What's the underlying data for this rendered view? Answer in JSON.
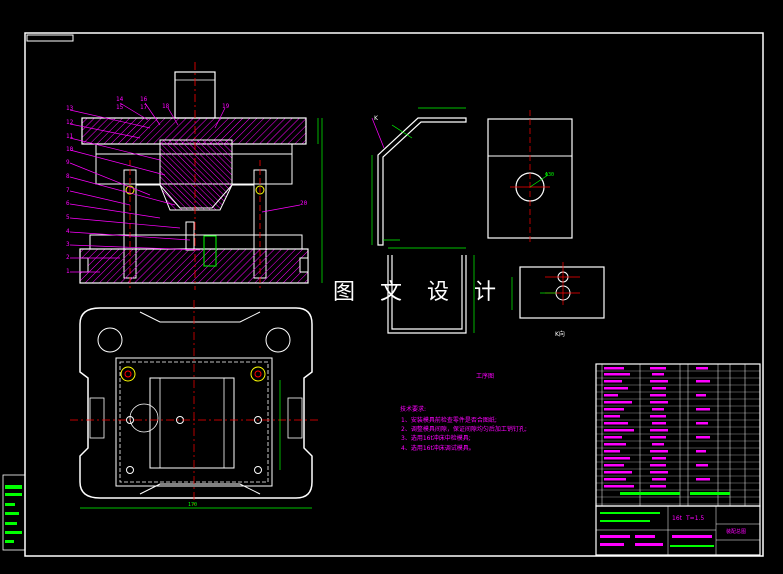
{
  "watermark": "图 文 设 计",
  "view_labels": {
    "process_chart": "工序图",
    "k_view": "K向",
    "k_marker": "K"
  },
  "technical_requirements": {
    "title": "技术要求:",
    "items": [
      "1、安装模具前检查零件是否合图纸;",
      "2、调整模具间隙，保证间隙均匀后加工销钉孔;",
      "3、选用16t冲床中检模具;",
      "4、选用16t冲床调试模具。"
    ]
  },
  "title_block": {
    "press": "16t",
    "thickness": "T=1.5",
    "drawing_name": "装配总图"
  },
  "part_numbers": [
    "1",
    "2",
    "3",
    "4",
    "5",
    "6",
    "7",
    "8",
    "9",
    "10",
    "11",
    "12",
    "13",
    "14",
    "15",
    "16",
    "17",
    "18",
    "19",
    "20"
  ],
  "dimensions": {
    "base_width": "170",
    "hole_dia": "Φ30"
  },
  "colors": {
    "background": "#000000",
    "frame": "#ffffff",
    "magenta": "#ff00ff",
    "green": "#00ff00",
    "red": "#ff0000",
    "cyan": "#00ffff",
    "yellow": "#ffff00"
  }
}
